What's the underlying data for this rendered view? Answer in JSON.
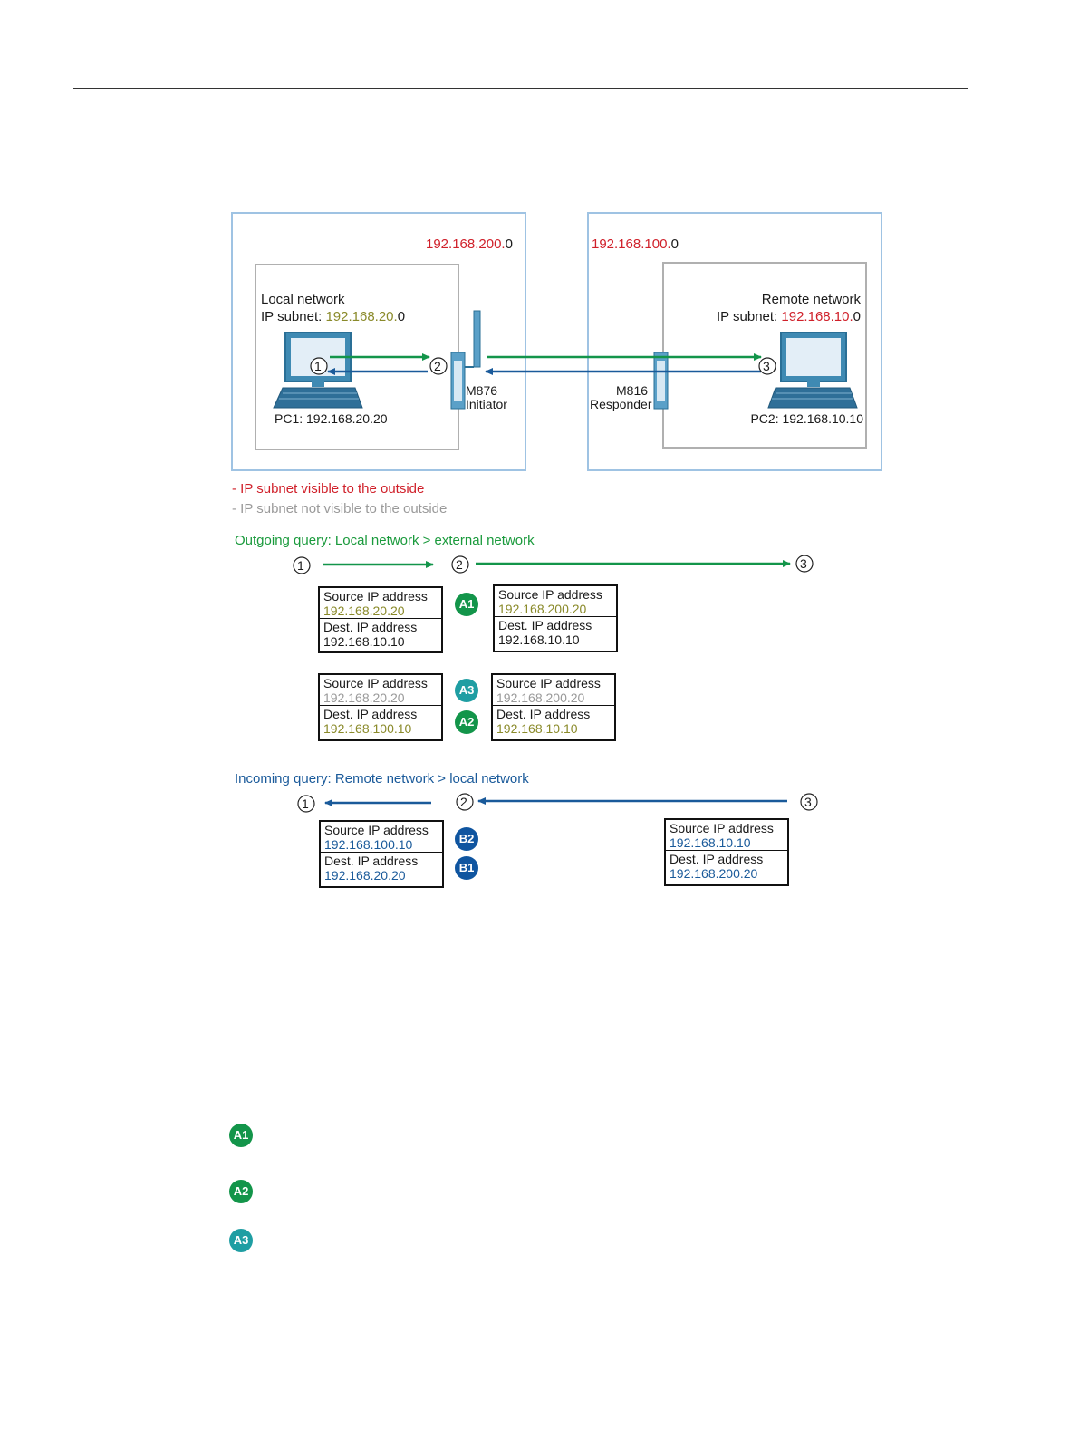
{
  "colors": {
    "frame": "#9fc3e3",
    "inner_frame": "#b0b0b0",
    "green_arrow": "#13954a",
    "blue_arrow": "#1a5a9a",
    "visible_red": "#d0202a",
    "olive": "#8a8a2a",
    "grey": "#9a9a9a"
  },
  "left_zone": {
    "subnet_red": "192.168.200.",
    "subnet_rest": "0",
    "title": "Local network",
    "ip_label": "IP subnet: ",
    "ip_colored": "192.168.20.",
    "ip_rest": "0",
    "pc_label": "PC1: 192.168.20.20",
    "device_name": "M876",
    "device_role": "Initiator"
  },
  "right_zone": {
    "subnet_red": "192.168.100.",
    "subnet_rest": "0",
    "title": "Remote network",
    "ip_label": "IP subnet: ",
    "ip_colored": "192.168.10.",
    "ip_rest": "0",
    "pc_label": "PC2: 192.168.10.10",
    "device_name": "M816",
    "device_role": "Responder"
  },
  "markers": {
    "m1": "1",
    "m2": "2",
    "m3": "3"
  },
  "legend": {
    "visible": "- IP subnet visible to the outside",
    "not_visible": "- IP subnet not visible to the outside"
  },
  "outgoing": {
    "title": "Outgoing query: Local network > external network",
    "boxes": {
      "b1": {
        "src_label": "Source IP address",
        "src": "192.168.20.20",
        "dst_label": "Dest. IP address",
        "dst": "192.168.10.10"
      },
      "b2": {
        "src_label": "Source IP address",
        "src": "192.168.200.20",
        "dst_label": "Dest. IP address",
        "dst": "192.168.10.10"
      },
      "b3": {
        "src_label": "Source IP address",
        "src": "192.168.20.20",
        "dst_label": "Dest. IP address",
        "dst": "192.168.100.10"
      },
      "b4": {
        "src_label": "Source IP address",
        "src": "192.168.200.20",
        "dst_label": "Dest. IP address",
        "dst": "192.168.10.10"
      }
    }
  },
  "incoming": {
    "title": "Incoming query: Remote network > local network",
    "boxes": {
      "b1": {
        "src_label": "Source IP address",
        "src": "192.168.100.10",
        "dst_label": "Dest. IP address",
        "dst": "192.168.20.20"
      },
      "b2": {
        "src_label": "Source IP address",
        "src": "192.168.10.10",
        "dst_label": "Dest. IP address",
        "dst": "192.168.200.20"
      }
    }
  },
  "badges": {
    "a1": "A1",
    "a2": "A2",
    "a3": "A3",
    "b1": "B1",
    "b2": "B2"
  }
}
